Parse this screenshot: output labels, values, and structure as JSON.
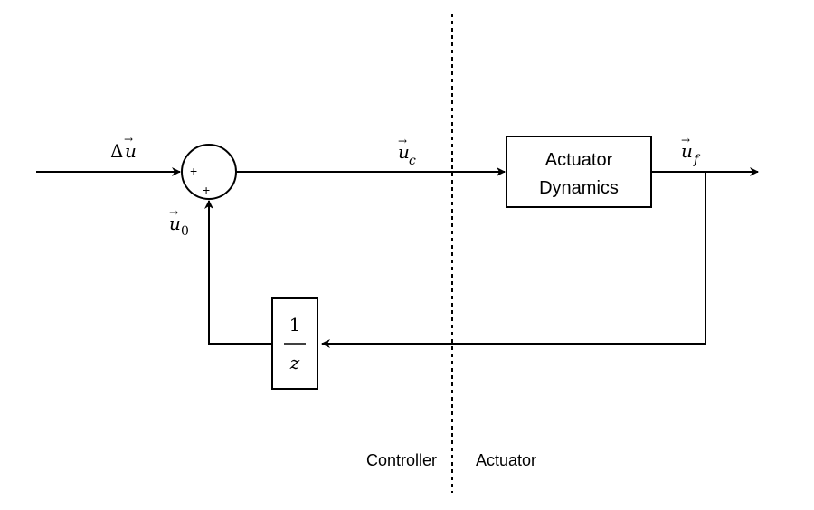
{
  "diagram": {
    "inputs": {
      "delta_u": {
        "delta": "Δ",
        "var": "u",
        "vector_mark": "→"
      },
      "u_c": {
        "var": "u",
        "sub": "c",
        "vector_mark": "→"
      },
      "u_f": {
        "var": "u",
        "sub": "f",
        "vector_mark": "→"
      },
      "u_0": {
        "var": "u",
        "sub": "0",
        "vector_mark": "→"
      }
    },
    "sum_junction": {
      "plus_left": "+",
      "plus_bottom": "+"
    },
    "actuator_block": {
      "line1": "Actuator",
      "line2": "Dynamics"
    },
    "delay_block": {
      "numerator": "1",
      "denominator": "z"
    },
    "regions": {
      "left": "Controller",
      "right": "Actuator"
    }
  }
}
